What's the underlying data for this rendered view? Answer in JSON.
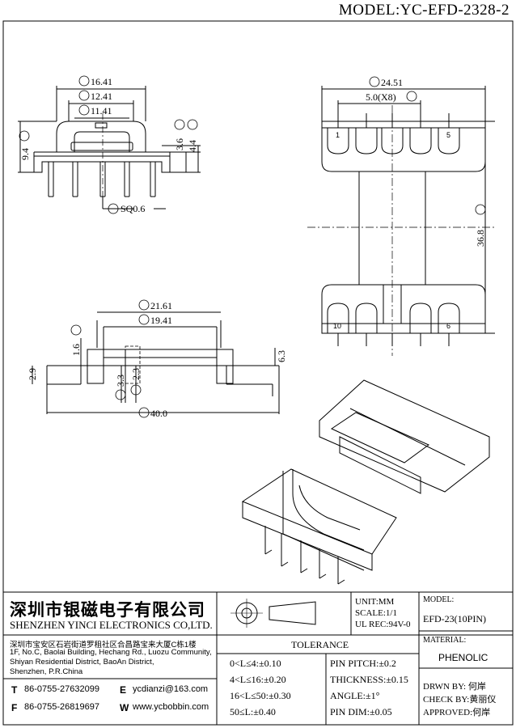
{
  "model_label": "MODEL:YC-EFD-2328-2",
  "dims": {
    "A": "16.41",
    "B": "12.41",
    "C": "11.41",
    "D": "9.4",
    "E": "SQ0.6",
    "F": "3.6",
    "G": "4.4",
    "N": "24.51",
    "O": "5.0(X8)",
    "P": "36.8",
    "I": "21.61",
    "J": "19.41",
    "H": "1.6",
    "K": "3.3",
    "L": "2.3",
    "M": "40.0",
    "h63": "6.3",
    "h29": "2.9"
  },
  "pins": {
    "p1": "1",
    "p5": "5",
    "p10": "10",
    "p6": "6"
  },
  "company": {
    "name_cn": "深圳市银磁电子有限公司",
    "name_en": "SHENZHEN YINCI ELECTRONICS CO,LTD.",
    "addr_cn": "深圳市宝安区石岩街道罗租社区合昌路宝来大厦C栋1楼",
    "addr1": "1F, No.C, Baolai Building, Hechang Rd., Luozu Community,",
    "addr2": "Shiyan Residential District, BaoAn District,",
    "addr3": "Shenzhen, P.R.China",
    "t_label": "T",
    "tel": "86-0755-27632099",
    "f_label": "F",
    "fax": "86-0755-26819697",
    "e_label": "E",
    "email": "ycdianzi@163.com",
    "w_label": "W",
    "web": "www.ycbobbin.com"
  },
  "unit": "UNIT:MM",
  "scale": "SCALE:1/1",
  "ul": "UL REC:94V-0",
  "tolerance": {
    "title": "TOLERANCE",
    "rows": [
      "0<L≤4:±0.10",
      "4<L≤16:±0.20",
      "16<L≤50:±0.30",
      "50≤L:±0.40"
    ],
    "right": [
      "PIN PITCH:±0.2",
      "THICKNESS:±0.15",
      "ANGLE:±1°",
      "PIN DIM:±0.05"
    ]
  },
  "model_title": "MODEL:",
  "model_value": "EFD-23(10PIN)",
  "material_title": "MATERIAL:",
  "material_value": "PHENOLIC",
  "drwn": "DRWN BY: 何岸",
  "check": "CHECK BY:黄丽仪",
  "approved": "APPROVED:何岸"
}
